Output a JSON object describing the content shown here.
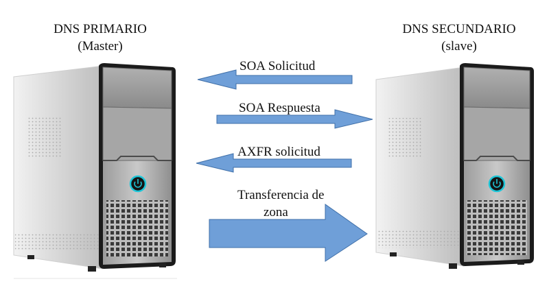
{
  "servers": {
    "primary": {
      "title": "DNS PRIMARIO",
      "subtitle": "(Master)"
    },
    "secondary": {
      "title": "DNS SECUNDARIO",
      "subtitle": "(slave)"
    }
  },
  "messages": [
    {
      "label": "SOA Solicitud",
      "direction": "left"
    },
    {
      "label": "SOA Respuesta",
      "direction": "right"
    },
    {
      "label": "AXFR solicitud",
      "direction": "left"
    },
    {
      "label_line1": "Transferencia de",
      "label_line2": "zona",
      "direction": "right"
    }
  ],
  "colors": {
    "arrow_fill": "#6f9fd8",
    "arrow_stroke": "#3f6fa8",
    "power_ring": "#1ec6d8"
  },
  "icons": [
    "tower-server-icon",
    "power-button-icon"
  ]
}
